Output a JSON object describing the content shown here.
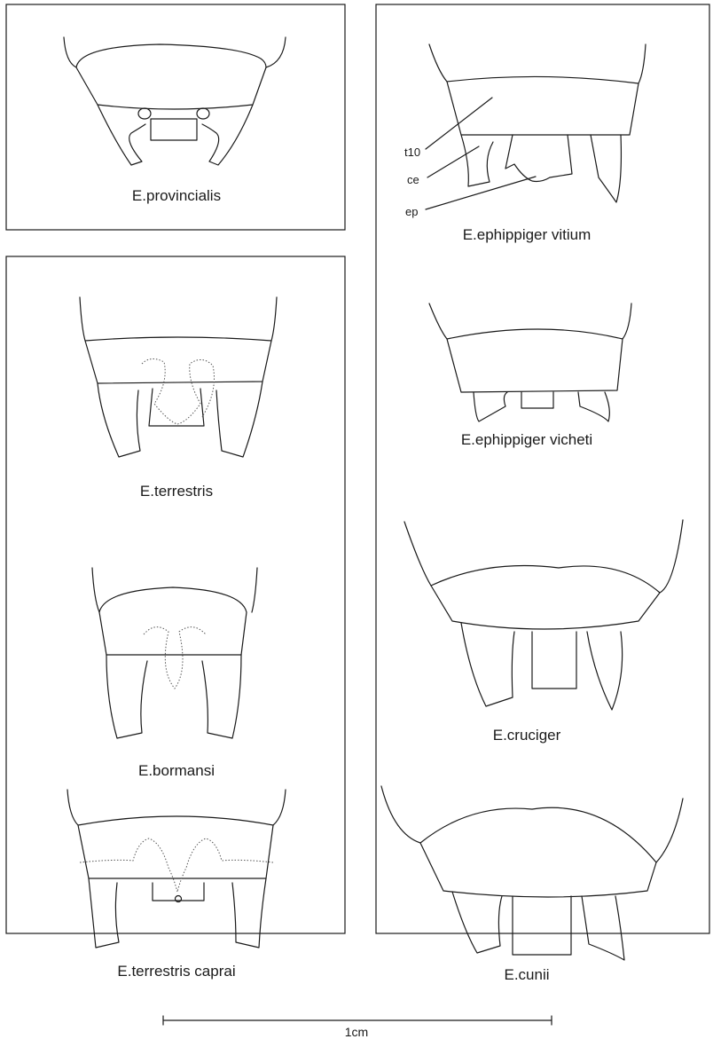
{
  "figures": {
    "provincialis": "E.provincialis",
    "terrestris": "E.terrestris",
    "bormansi": "E.bormansi",
    "terrestris_caprai": "E.terrestris caprai",
    "vitium": "E.ephippiger vitium",
    "vicheti": "E.ephippiger vicheti",
    "cruciger": "E.cruciger",
    "cunii": "E.cunii"
  },
  "annotations": {
    "t10": "t10",
    "ce": "ce",
    "ep": "ep"
  },
  "scale_bar": {
    "label": "1cm",
    "length_cm": 1
  }
}
